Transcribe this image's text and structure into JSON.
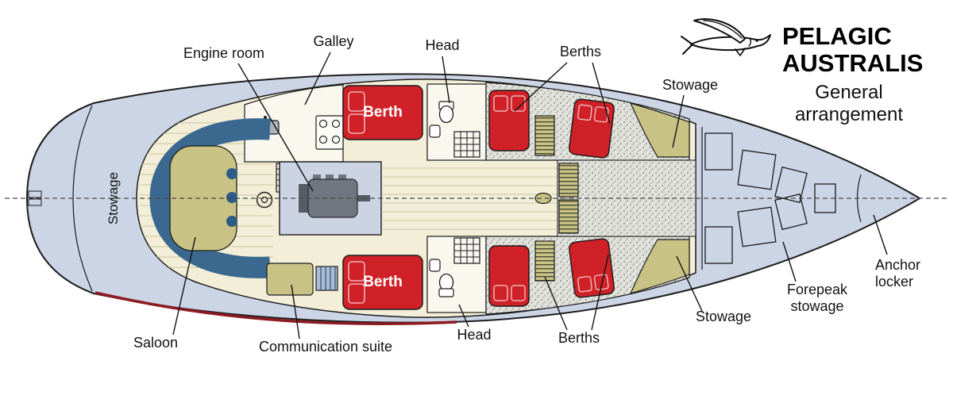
{
  "header": {
    "title_line1": "PELAGIC",
    "title_line2": "AUSTRALIS",
    "subtitle_line1": "General",
    "subtitle_line2": "arrangement"
  },
  "labels": {
    "engine_room": "Engine room",
    "galley": "Galley",
    "head_top": "Head",
    "berths_top": "Berths",
    "stowage_top": "Stowage",
    "stowage_stern": "Stowage",
    "saloon": "Saloon",
    "communication_suite": "Communication suite",
    "head_bottom": "Head",
    "berths_bottom": "Berths",
    "stowage_bottom": "Stowage",
    "forepeak_line1": "Forepeak",
    "forepeak_line2": "stowage",
    "anchor_line1": "Anchor",
    "anchor_line2": "locker",
    "berth_aft_top": "Berth",
    "berth_aft_bottom": "Berth"
  },
  "colors": {
    "hull": "#ccd5e5",
    "interior": "#f2eed8",
    "room_white": "#f9f7ee",
    "khaki": "#c8c285",
    "berth_red": "#cf2127",
    "settee_blue": "#3a688f",
    "engine_gray": "#70767f",
    "outline": "#1c1c1c",
    "boot_stripe": "#8b1a22"
  }
}
